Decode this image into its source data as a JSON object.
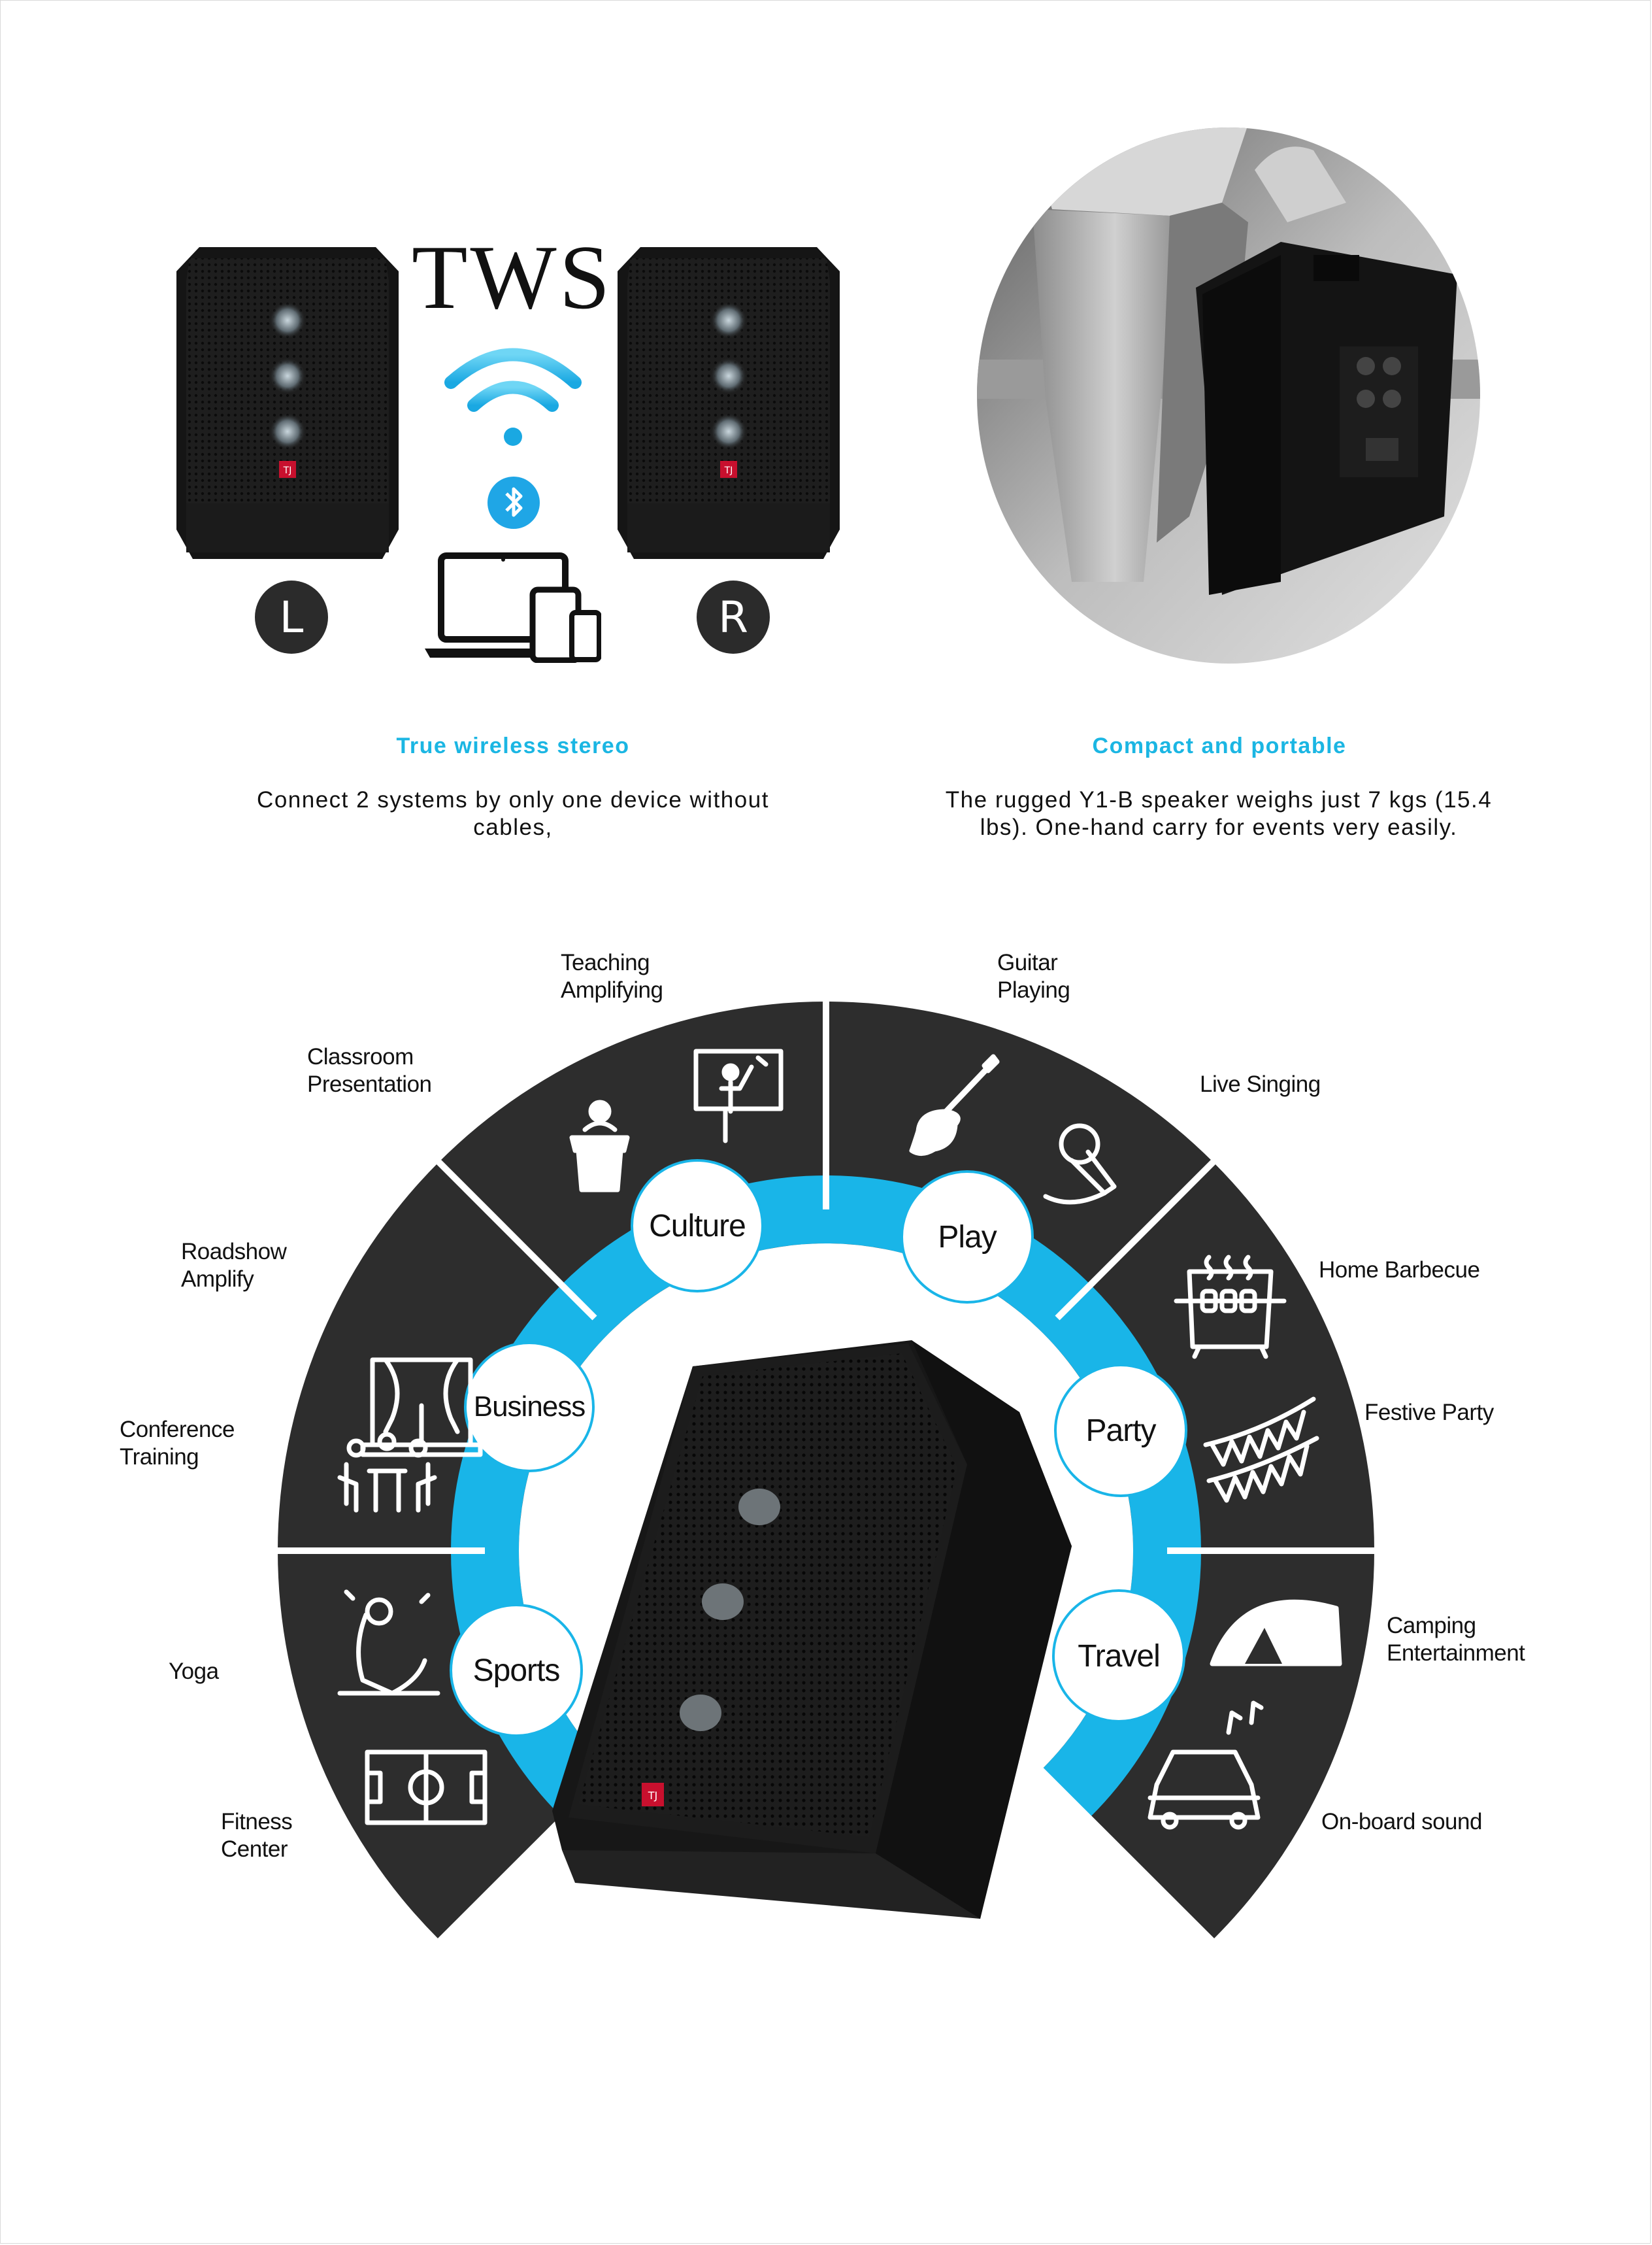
{
  "tws": {
    "title": "TWS",
    "left_badge": "L",
    "right_badge": "R",
    "icons": [
      "wifi-icon",
      "bluetooth-icon",
      "devices-icon"
    ],
    "speaker_logo": "TJ"
  },
  "features": [
    {
      "title": "True wireless stereo",
      "description": "Connect 2 systems by only one device without cables,"
    },
    {
      "title": "Compact and portable",
      "description": "The rugged Y1-B speaker weighs just 7 kgs (15.4 lbs). One-hand carry for events very easily."
    }
  ],
  "applications": {
    "categories": [
      "Culture",
      "Play",
      "Business",
      "Party",
      "Sports",
      "Travel"
    ],
    "labels": {
      "teaching": "Teaching\nAmplifying",
      "classroom": "Classroom\nPresentation",
      "guitar": "Guitar\nPlaying",
      "live_singing": "Live Singing",
      "roadshow": "Roadshow\nAmplify",
      "conference": "Conference\nTraining",
      "home_bbq": "Home Barbecue",
      "festive": "Festive Party",
      "yoga": "Yoga",
      "fitness": "Fitness\nCenter",
      "camping": "Camping\nEntertainment",
      "onboard": "On-board sound"
    },
    "colors": {
      "sector_dark": "#2d2d2d",
      "ring_blue": "#19b5e8",
      "accent_text": "#1bb6e3",
      "logo_red": "#c8102e"
    }
  }
}
